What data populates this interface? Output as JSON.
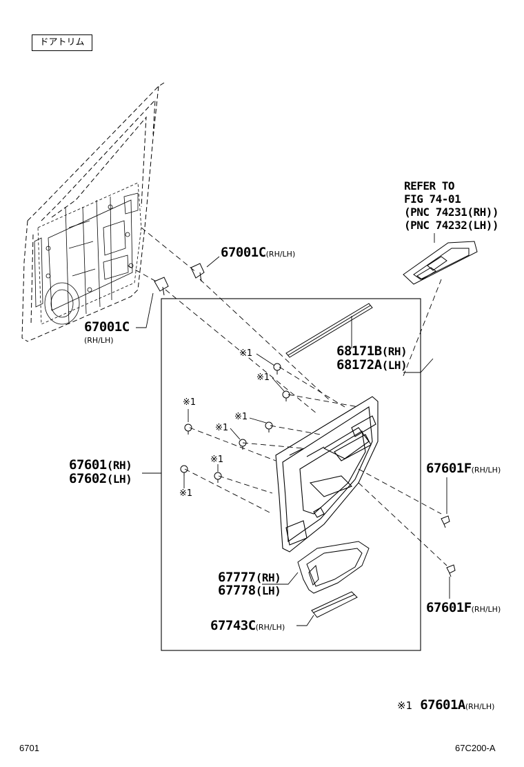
{
  "title_tag": "ドアトリム",
  "refer_box": {
    "line1": "REFER TO",
    "line2": "FIG 74-01",
    "line3": "(PNC 74231(RH))",
    "line4": "(PNC 74232(LH))"
  },
  "parts": {
    "p67001c_right": {
      "number": "67001C",
      "side": "(RH/LH)"
    },
    "p67001c_left": {
      "number": "67001C",
      "side": "(RH/LH)"
    },
    "p68171b": {
      "number": "68171B",
      "side": "(RH)"
    },
    "p68172a": {
      "number": "68172A",
      "side": "(LH)"
    },
    "p67601": {
      "number": "67601",
      "side": "(RH)"
    },
    "p67602": {
      "number": "67602",
      "side": "(LH)"
    },
    "p67601f_top": {
      "number": "67601F",
      "side": "(RH/LH)"
    },
    "p67601f_bottom": {
      "number": "67601F",
      "side": "(RH/LH)"
    },
    "p67777": {
      "number": "67777",
      "side": "(RH)"
    },
    "p67778": {
      "number": "67778",
      "side": "(LH)"
    },
    "p67743c": {
      "number": "67743C",
      "side": "(RH/LH)"
    }
  },
  "clip_marks": [
    "※1",
    "※1",
    "※1",
    "※1",
    "※1",
    "※1",
    "※1"
  ],
  "legend": {
    "mark": "※1",
    "number": "67601A",
    "side": "(RH/LH)"
  },
  "footer": {
    "left": "6701",
    "right": "67C200-A"
  }
}
